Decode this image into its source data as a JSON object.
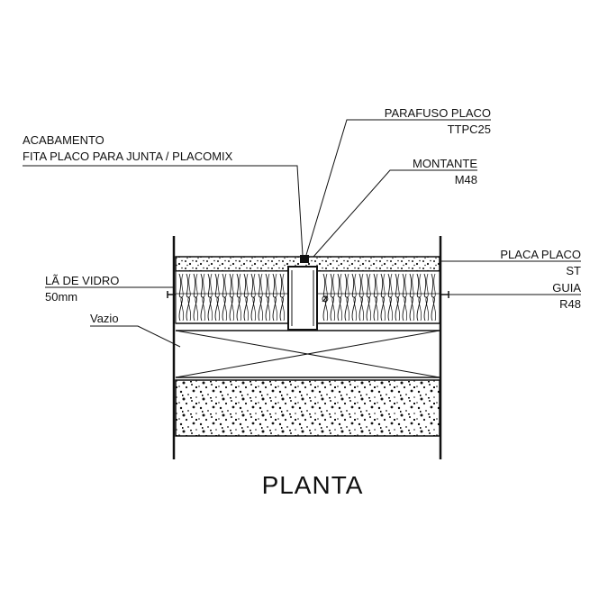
{
  "labels": {
    "acabamento": "ACABAMENTO",
    "fita": "FITA PLACO PARA JUNTA / PLACOMIX",
    "parafuso": "PARAFUSO PLACO",
    "parafuso_ref": "TTPC25",
    "montante": "MONTANTE",
    "montante_ref": "M48",
    "placa": "PLACA PLACO",
    "placa_ref": "ST",
    "guia": "GUIA",
    "guia_ref": "R48",
    "la_vidro": "LÃ DE VIDRO",
    "la_vidro_ref": "50mm",
    "vazio": "Vazio",
    "screw_symbol": "⌀"
  },
  "title": "PLANTA"
}
